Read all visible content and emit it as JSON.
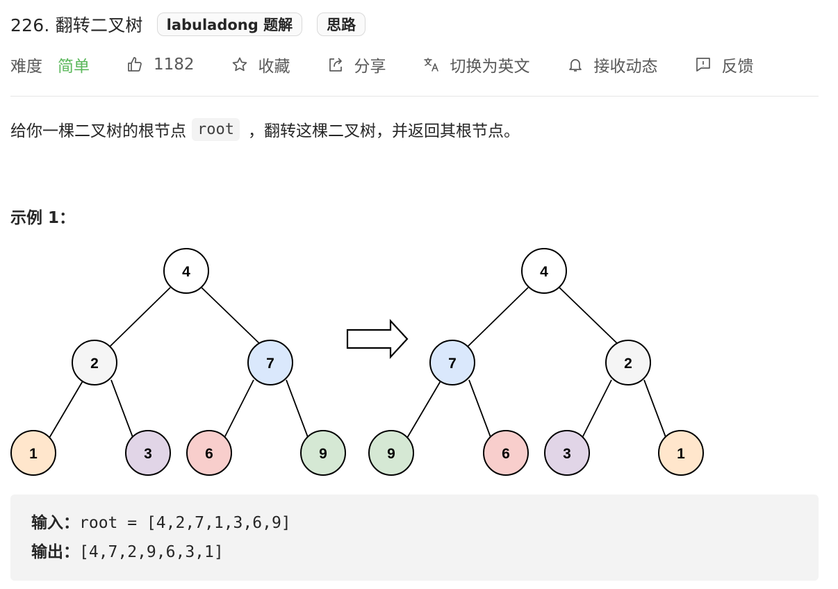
{
  "problem": {
    "title": "226. 翻转二叉树",
    "tags": [
      "labuladong 题解",
      "思路"
    ]
  },
  "meta": {
    "difficulty_label": "难度",
    "difficulty_value": "简单",
    "likes": "1182",
    "favorite": "收藏",
    "share": "分享",
    "translate": "切换为英文",
    "subscribe": "接收动态",
    "feedback": "反馈",
    "difficulty_color": "#5cb85c"
  },
  "description": {
    "before": "给你一棵二叉树的根节点",
    "code": "root",
    "after": "，翻转这棵二叉树，并返回其根节点。"
  },
  "example": {
    "title": "示例 1：",
    "input_label": "输入：",
    "input_value": "root = [4,2,7,1,3,6,9]",
    "output_label": "输出：",
    "output_value": "[4,7,2,9,6,3,1]"
  },
  "diagram": {
    "left_tree": [
      {
        "label": "4",
        "color": "#ffffff"
      },
      {
        "label": "2",
        "color": "#f5f5f5"
      },
      {
        "label": "7",
        "color": "#dae8fc"
      },
      {
        "label": "1",
        "color": "#ffe6cc"
      },
      {
        "label": "3",
        "color": "#e1d5e7"
      },
      {
        "label": "6",
        "color": "#f8cecc"
      },
      {
        "label": "9",
        "color": "#d5e8d4"
      }
    ],
    "right_tree": [
      {
        "label": "4",
        "color": "#ffffff"
      },
      {
        "label": "7",
        "color": "#dae8fc"
      },
      {
        "label": "2",
        "color": "#f5f5f5"
      },
      {
        "label": "9",
        "color": "#d5e8d4"
      },
      {
        "label": "6",
        "color": "#f8cecc"
      },
      {
        "label": "3",
        "color": "#e1d5e7"
      },
      {
        "label": "1",
        "color": "#ffe6cc"
      }
    ]
  }
}
